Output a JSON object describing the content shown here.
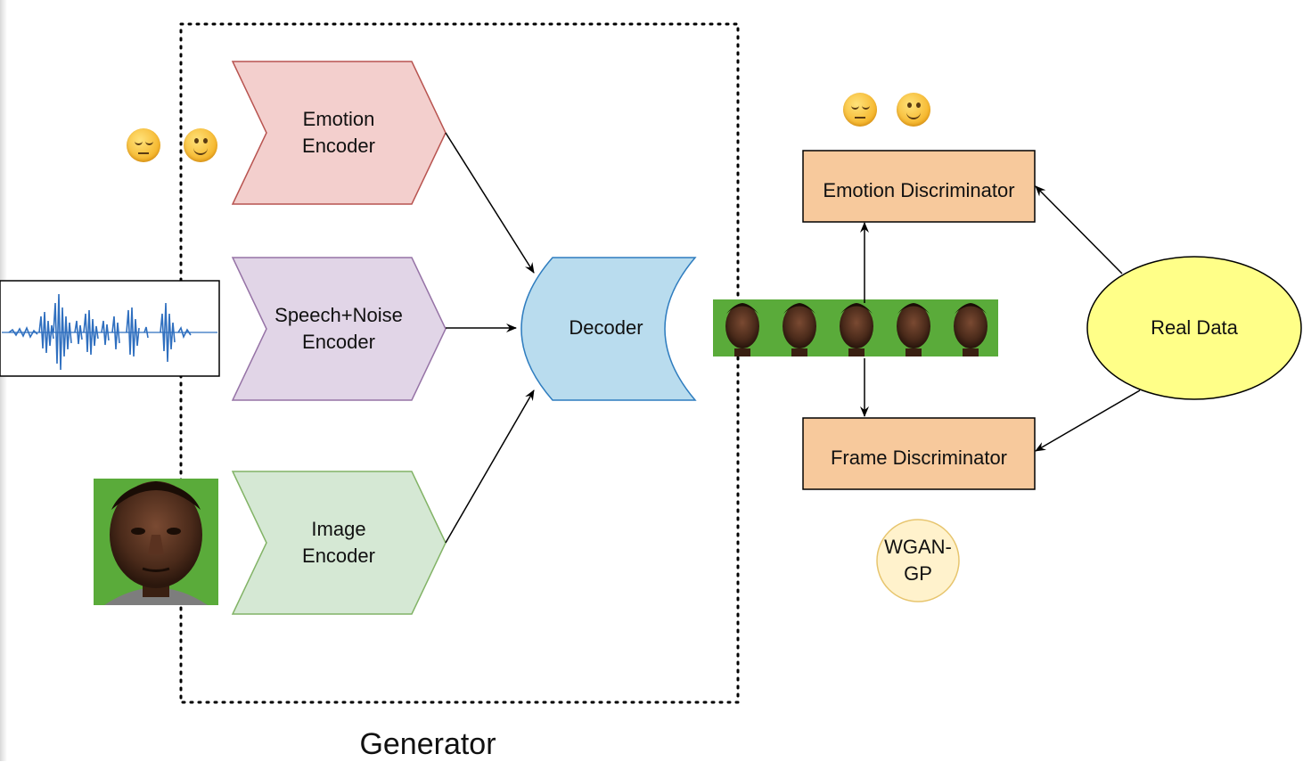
{
  "generator": {
    "caption": "Generator",
    "encoders": [
      {
        "label": "Emotion\nEncoder"
      },
      {
        "label": "Speech+Noise\nEncoder"
      },
      {
        "label": "Image\nEncoder"
      }
    ],
    "decoder": "Decoder"
  },
  "discriminators": {
    "emotion": "Emotion Discriminator",
    "frame": "Frame Discriminator",
    "real_data": "Real Data",
    "loss": "WGAN-\nGP"
  },
  "colors": {
    "emotion_encoder_fill": "#f3cfcd",
    "emotion_encoder_stroke": "#b85450",
    "speech_encoder_fill": "#e1d5e7",
    "speech_encoder_stroke": "#9673a6",
    "image_encoder_fill": "#d5e8d4",
    "image_encoder_stroke": "#82b366",
    "decoder_fill": "#b9dcee",
    "decoder_stroke": "#2f7dbf",
    "discriminator_fill": "#f7c99c",
    "real_data_fill": "#ffff88",
    "wgan_fill": "#fff2cc",
    "wgan_stroke": "#e7c56e",
    "face_background": "#5aab3a"
  },
  "icons": [
    "pensive-face-emoji",
    "slightly-smiling-face-emoji",
    "audio-waveform-image",
    "face-photo-image",
    "generated-frames-strip"
  ]
}
